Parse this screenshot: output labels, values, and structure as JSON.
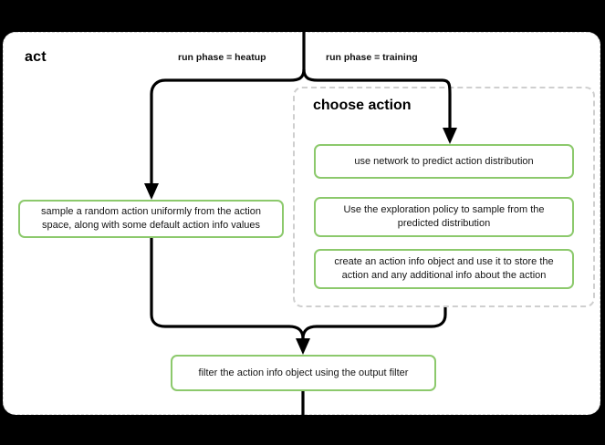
{
  "diagram": {
    "type": "flowchart",
    "direction": "top-down",
    "background_color": "#000000",
    "card_background": "#ffffff",
    "node_border_color": "#8CC96C",
    "subgraph_border_color": "#cfcfcf",
    "edge_color": "#000000"
  },
  "act_subgraph": {
    "title": "act"
  },
  "choose_subgraph": {
    "title": "choose action"
  },
  "edge_labels": {
    "heatup": "run phase = heatup",
    "training": "run phase = training"
  },
  "nodes": {
    "heatup_sample": "sample a random action uniformly from the action space, along with some default action info values",
    "predict": "use network to predict action distribution",
    "explore": "Use the exploration policy to sample from the predicted distribution",
    "action_info": "create an action info object and use it to store the action and any additional info about the action",
    "filter": "filter the action info object using the output filter"
  }
}
